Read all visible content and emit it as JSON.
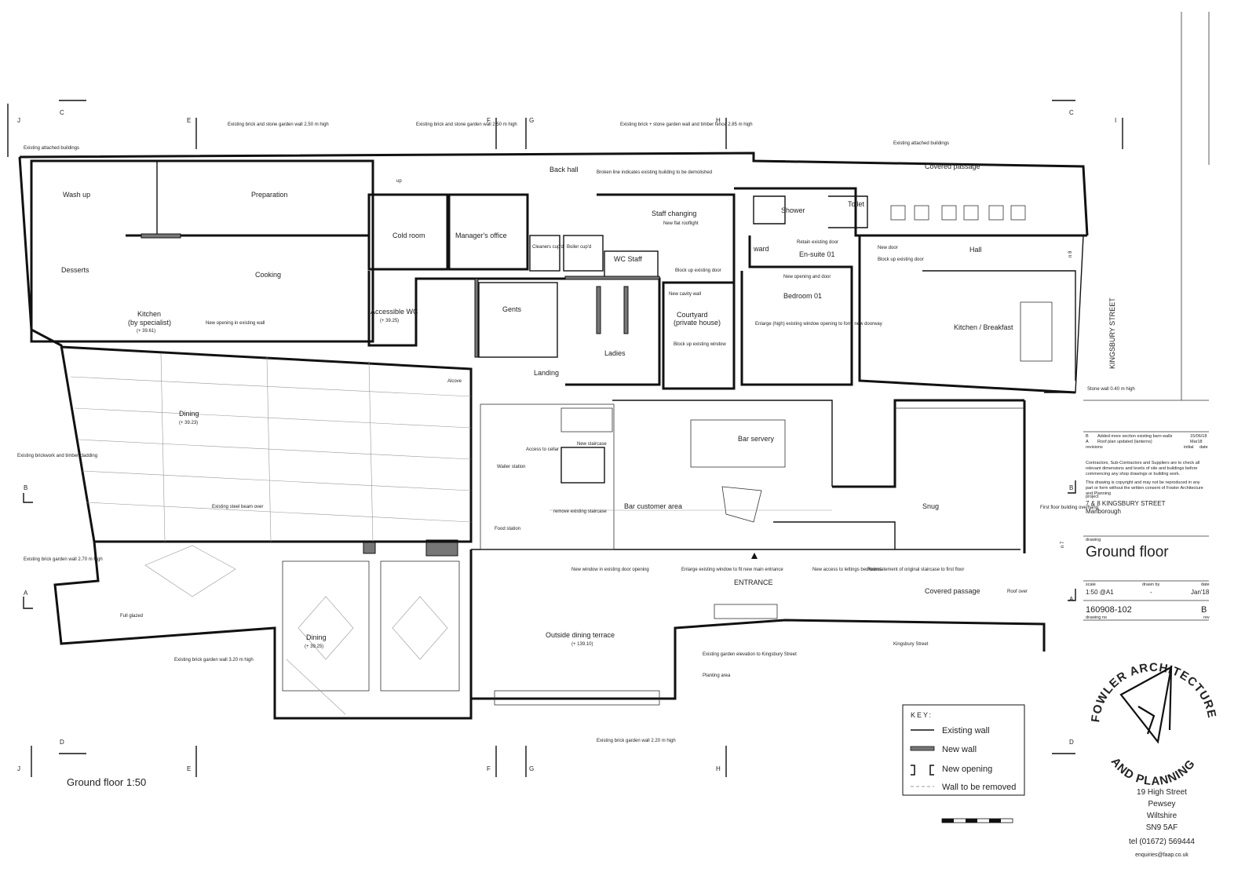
{
  "drawing": {
    "caption": "Ground floor 1:50",
    "section_marks": [
      "C",
      "E",
      "F",
      "G",
      "H",
      "C",
      "J",
      "I",
      "B",
      "B",
      "A",
      "A",
      "D",
      "D",
      "J",
      "E",
      "F",
      "G",
      "H"
    ],
    "rooms": {
      "wash_up": "Wash up",
      "preparation": "Preparation",
      "desserts": "Desserts",
      "cooking": "Cooking",
      "kitchen": "Kitchen",
      "kitchen_sub": "(by specialist)",
      "cold_room": "Cold room",
      "managers_office": "Manager's office",
      "cleaners": "Cleaners cup'd",
      "boiler": "Boiler cup'd",
      "wc_staff": "WC Staff",
      "staff_changing": "Staff changing",
      "accessible_wc": "Accessible WC",
      "gents": "Gents",
      "ladies": "Ladies",
      "landing": "Landing",
      "courtyard": "Courtyard",
      "courtyard_sub": "(private house)",
      "back_hall": "Back hall",
      "shower": "Shower",
      "toilet": "Toilet",
      "ward": "ward",
      "ensuite": "En-suite 01",
      "bedroom": "Bedroom 01",
      "hall": "Hall",
      "kitchen_breakfast": "Kitchen / Breakfast",
      "covered_passage_top": "Covered passage",
      "covered_passage_bottom": "Covered passage",
      "dining": "Dining",
      "dining_lower": "Dining",
      "bar_servery": "Bar servery",
      "bar_customer_area": "Bar customer area",
      "snug": "Snug",
      "outside_dining": "Outside dining terrace",
      "entrance": "ENTRANCE",
      "street": "KINGSBURY STREET"
    },
    "annotations": {
      "existing_attached_left": "Existing attached buildings",
      "existing_attached_right": "Existing attached buildings",
      "wall_250": "Existing brick and stone garden wall 2.50 m high",
      "wall_250b": "Existing brick and stone garden wall 2.50 m high",
      "wall_285": "Existing brick + stone garden wall and timber fence 2.85 m high",
      "broken_line": "Broken line indicates existing building to be demolished",
      "new_flat_rooflight": "New flat rooflight",
      "retain_door": "Retain existing door",
      "new_door": "New door",
      "block_up_door": "Block up existing door",
      "block_up_door2": "Block up existing door",
      "new_cavity_wall": "New cavity wall",
      "new_opening_door": "New opening and door",
      "enlarge_window": "Enlarge (high) existing window opening to form new doorway",
      "block_up_window": "Block up existing window",
      "new_opening_wall": "New opening in existing wall",
      "alcove": "Alcove",
      "access_cellar": "Access to cellar",
      "new_staircase": "New staircase",
      "waiter_station": "Waiter station",
      "remove_staircase": "remove existing staircase",
      "food_station": "Food station",
      "existing_steel_beam": "Existing steel beam over",
      "existing_brickwork": "Existing brickwork and timber cladding",
      "wall_270": "Existing brick garden wall 2.70 m high",
      "full_glazed": "Full glazed",
      "wall_320": "Existing brick garden wall 3.20 m high",
      "wall_220": "Existing brick garden wall 2.20 m high",
      "new_window": "New window in existing door opening",
      "enlarge_entrance": "Enlarge existing window to fit new main entrance",
      "new_access_bedrooms": "New access to lettings bedrooms",
      "reinstatement": "Reinstatement of original staircase to first floor",
      "roof_over": "Roof over",
      "first_floor_over": "First floor building overhang",
      "stone_wall": "Stone wall 0.40 m high",
      "garden_elevation": "Existing garden elevation to Kingsbury Street",
      "planting_area": "Planting area",
      "kingsbury_elev": "Kingsbury Street",
      "level_kitchen": "(+ 39.61)",
      "level_dining": "(+ 39.23)",
      "level_dining2": "(+ 39.25)",
      "level_terrace": "(+ 139.10)",
      "level_wc": "(+ 39.25)",
      "up": "up",
      "n8": "n 8",
      "n7": "n 7"
    },
    "key": {
      "title": "KEY:",
      "items": [
        "Existing wall",
        "New wall",
        "New opening",
        "Wall to be removed"
      ]
    }
  },
  "title_block": {
    "revisions": [
      {
        "rev": "B",
        "text": "Added more section existing barn walls",
        "date": "15/06/18"
      },
      {
        "rev": "A",
        "text": "Roof plan updated (lanterns)",
        "date": "Mar18"
      }
    ],
    "revisions_header": [
      "revisions",
      "initial",
      "date"
    ],
    "notes1": "Contractors, Sub-Contractors and Suppliers are to check all relevant dimensions and levels of site and buildings before commencing any shop drawings or building work.",
    "notes2": "This drawing is copyright and may not be reproduced in any part or form without the written consent of Fowler Architecture and Planning",
    "project_label": "project",
    "project": "7 & 8 KINGSBURY STREET",
    "project_town": "Marlborough",
    "drawing_label": "drawing",
    "drawing_title": "Ground floor",
    "scale_label": "scale",
    "scale": "1:50 @A1",
    "drawn_label": "drawn by",
    "drawn": "-",
    "date_label": "date",
    "date": "Jan'18",
    "drawing_no_label": "drawing no",
    "drawing_no": "160908-102",
    "rev_label": "rev",
    "rev": "B"
  },
  "company": {
    "logo_text_top": "FOWLER ARCHITECTURE",
    "logo_text_bottom": "AND PLANNING",
    "address": [
      "19 High Street",
      "Pewsey",
      "Wiltshire",
      "SN9 5AF"
    ],
    "tel": "tel (01672) 569444",
    "email": "enquiries@faap.co.uk"
  }
}
